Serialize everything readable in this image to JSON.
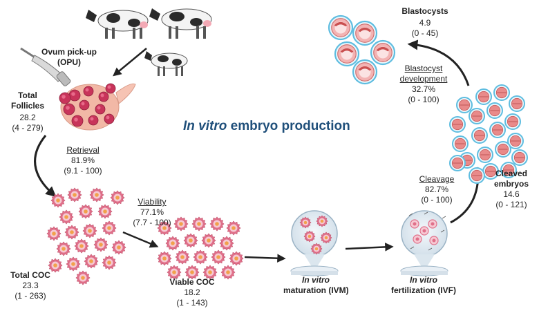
{
  "title": {
    "italic": "In vitro",
    "rest": "embryo production"
  },
  "opu": {
    "line1": "Ovum pick-up",
    "line2": "(OPU)"
  },
  "follicles": {
    "name1": "Total",
    "name2": "Follicles",
    "value": "28.2",
    "range": "(4 - 279)"
  },
  "retrieval": {
    "label": "Retrieval",
    "pct": "81.9%",
    "range": "(9.1 - 100)"
  },
  "total_coc": {
    "name": "Total COC",
    "value": "23.3",
    "range": "(1 - 263)"
  },
  "viability": {
    "label": "Viability",
    "pct": "77.1%",
    "range": "(7.7 - 100)"
  },
  "viable_coc": {
    "name": "Viable COC",
    "value": "18.2",
    "range": "(1 - 143)"
  },
  "ivm": {
    "italic": "In vitro",
    "rest": "maturation (IVM)"
  },
  "ivf": {
    "italic": "In vitro",
    "rest": "fertilization (IVF)"
  },
  "cleavage": {
    "label": "Cleavage",
    "pct": "82.7%",
    "range": "(0 - 100)"
  },
  "cleaved": {
    "name1": "Cleaved",
    "name2": "embryos",
    "value": "14.6",
    "range": "(0 - 121)"
  },
  "blast_dev": {
    "label1": "Blastocyst",
    "label2": "development",
    "pct": "32.7%",
    "range": "(0 - 100)"
  },
  "blastocysts": {
    "name": "Blastocysts",
    "value": "4.9",
    "range": "(0 - 45)"
  },
  "colors": {
    "title": "#1f4f7a",
    "coc": "#e0708a",
    "follicle": "#c8345a",
    "embryo_ring": "#5fbde0",
    "embryo_fill": "#e98a8a",
    "arrow": "#222222",
    "ovary": "#f2b8a6"
  }
}
